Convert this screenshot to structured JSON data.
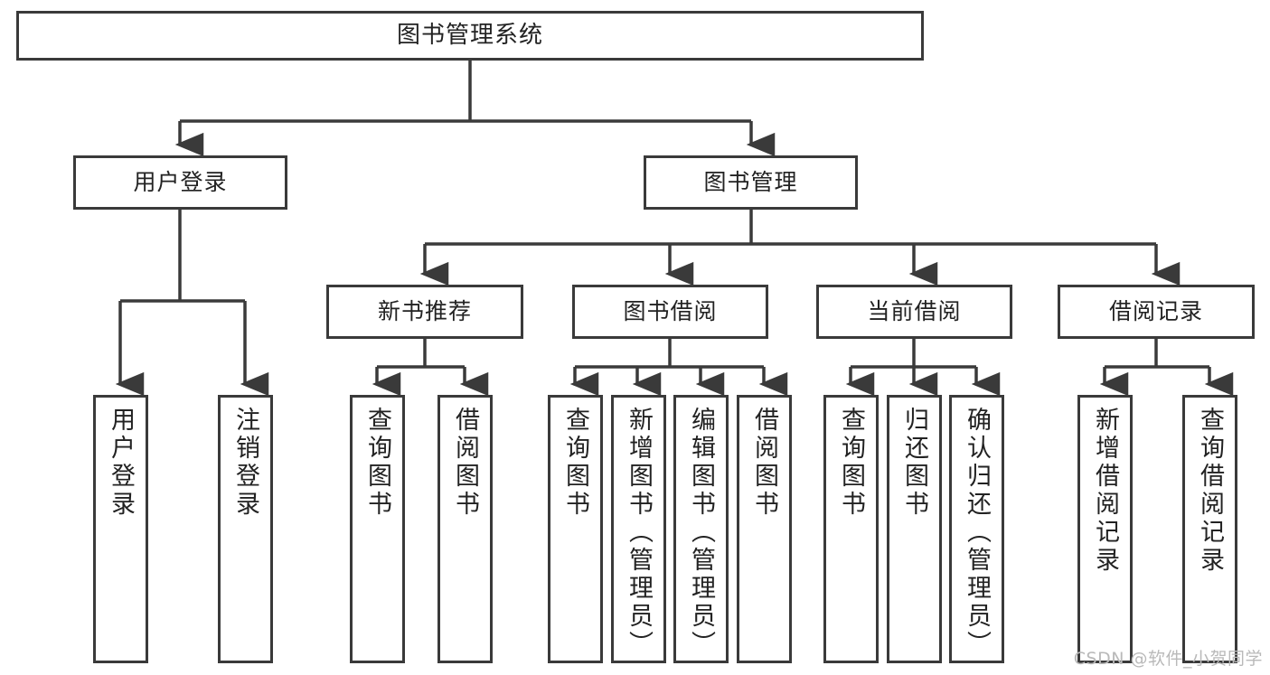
{
  "diagram": {
    "title": "图书管理系统",
    "watermark": "CSDN @软件_小贺同学",
    "stroke_color": "#3a3a3a",
    "background_color": "#ffffff",
    "text_color": "#222222",
    "watermark_color": "#b9b9b9"
  },
  "nodes": {
    "root": {
      "label": "图书管理系统"
    },
    "level2": [
      {
        "id": "user-login",
        "label": "用户登录"
      },
      {
        "id": "book-management",
        "label": "图书管理"
      }
    ],
    "level3": [
      {
        "id": "new-book-recommend",
        "label": "新书推荐"
      },
      {
        "id": "book-borrow",
        "label": "图书借阅"
      },
      {
        "id": "current-borrow",
        "label": "当前借阅"
      },
      {
        "id": "borrow-record",
        "label": "借阅记录"
      }
    ],
    "leaves": [
      {
        "id": "leaf-user-login",
        "label": "用户登录",
        "parent": "user-login"
      },
      {
        "id": "leaf-logout",
        "label": "注销登录",
        "parent": "user-login"
      },
      {
        "id": "leaf-query-book-1",
        "label": "查询图书",
        "parent": "new-book-recommend"
      },
      {
        "id": "leaf-borrow-book-1",
        "label": "借阅图书",
        "parent": "new-book-recommend"
      },
      {
        "id": "leaf-query-book-2",
        "label": "查询图书",
        "parent": "book-borrow"
      },
      {
        "id": "leaf-add-book",
        "label": "新增图书（管理员）",
        "parent": "book-borrow"
      },
      {
        "id": "leaf-edit-book",
        "label": "编辑图书（管理员）",
        "parent": "book-borrow"
      },
      {
        "id": "leaf-borrow-book-2",
        "label": "借阅图书",
        "parent": "book-borrow"
      },
      {
        "id": "leaf-query-book-3",
        "label": "查询图书",
        "parent": "current-borrow"
      },
      {
        "id": "leaf-return-book",
        "label": "归还图书",
        "parent": "current-borrow"
      },
      {
        "id": "leaf-confirm-return",
        "label": "确认归还（管理员）",
        "parent": "current-borrow"
      },
      {
        "id": "leaf-add-record",
        "label": "新增借阅记录",
        "parent": "borrow-record"
      },
      {
        "id": "leaf-query-record",
        "label": "查询借阅记录",
        "parent": "borrow-record"
      }
    ]
  }
}
